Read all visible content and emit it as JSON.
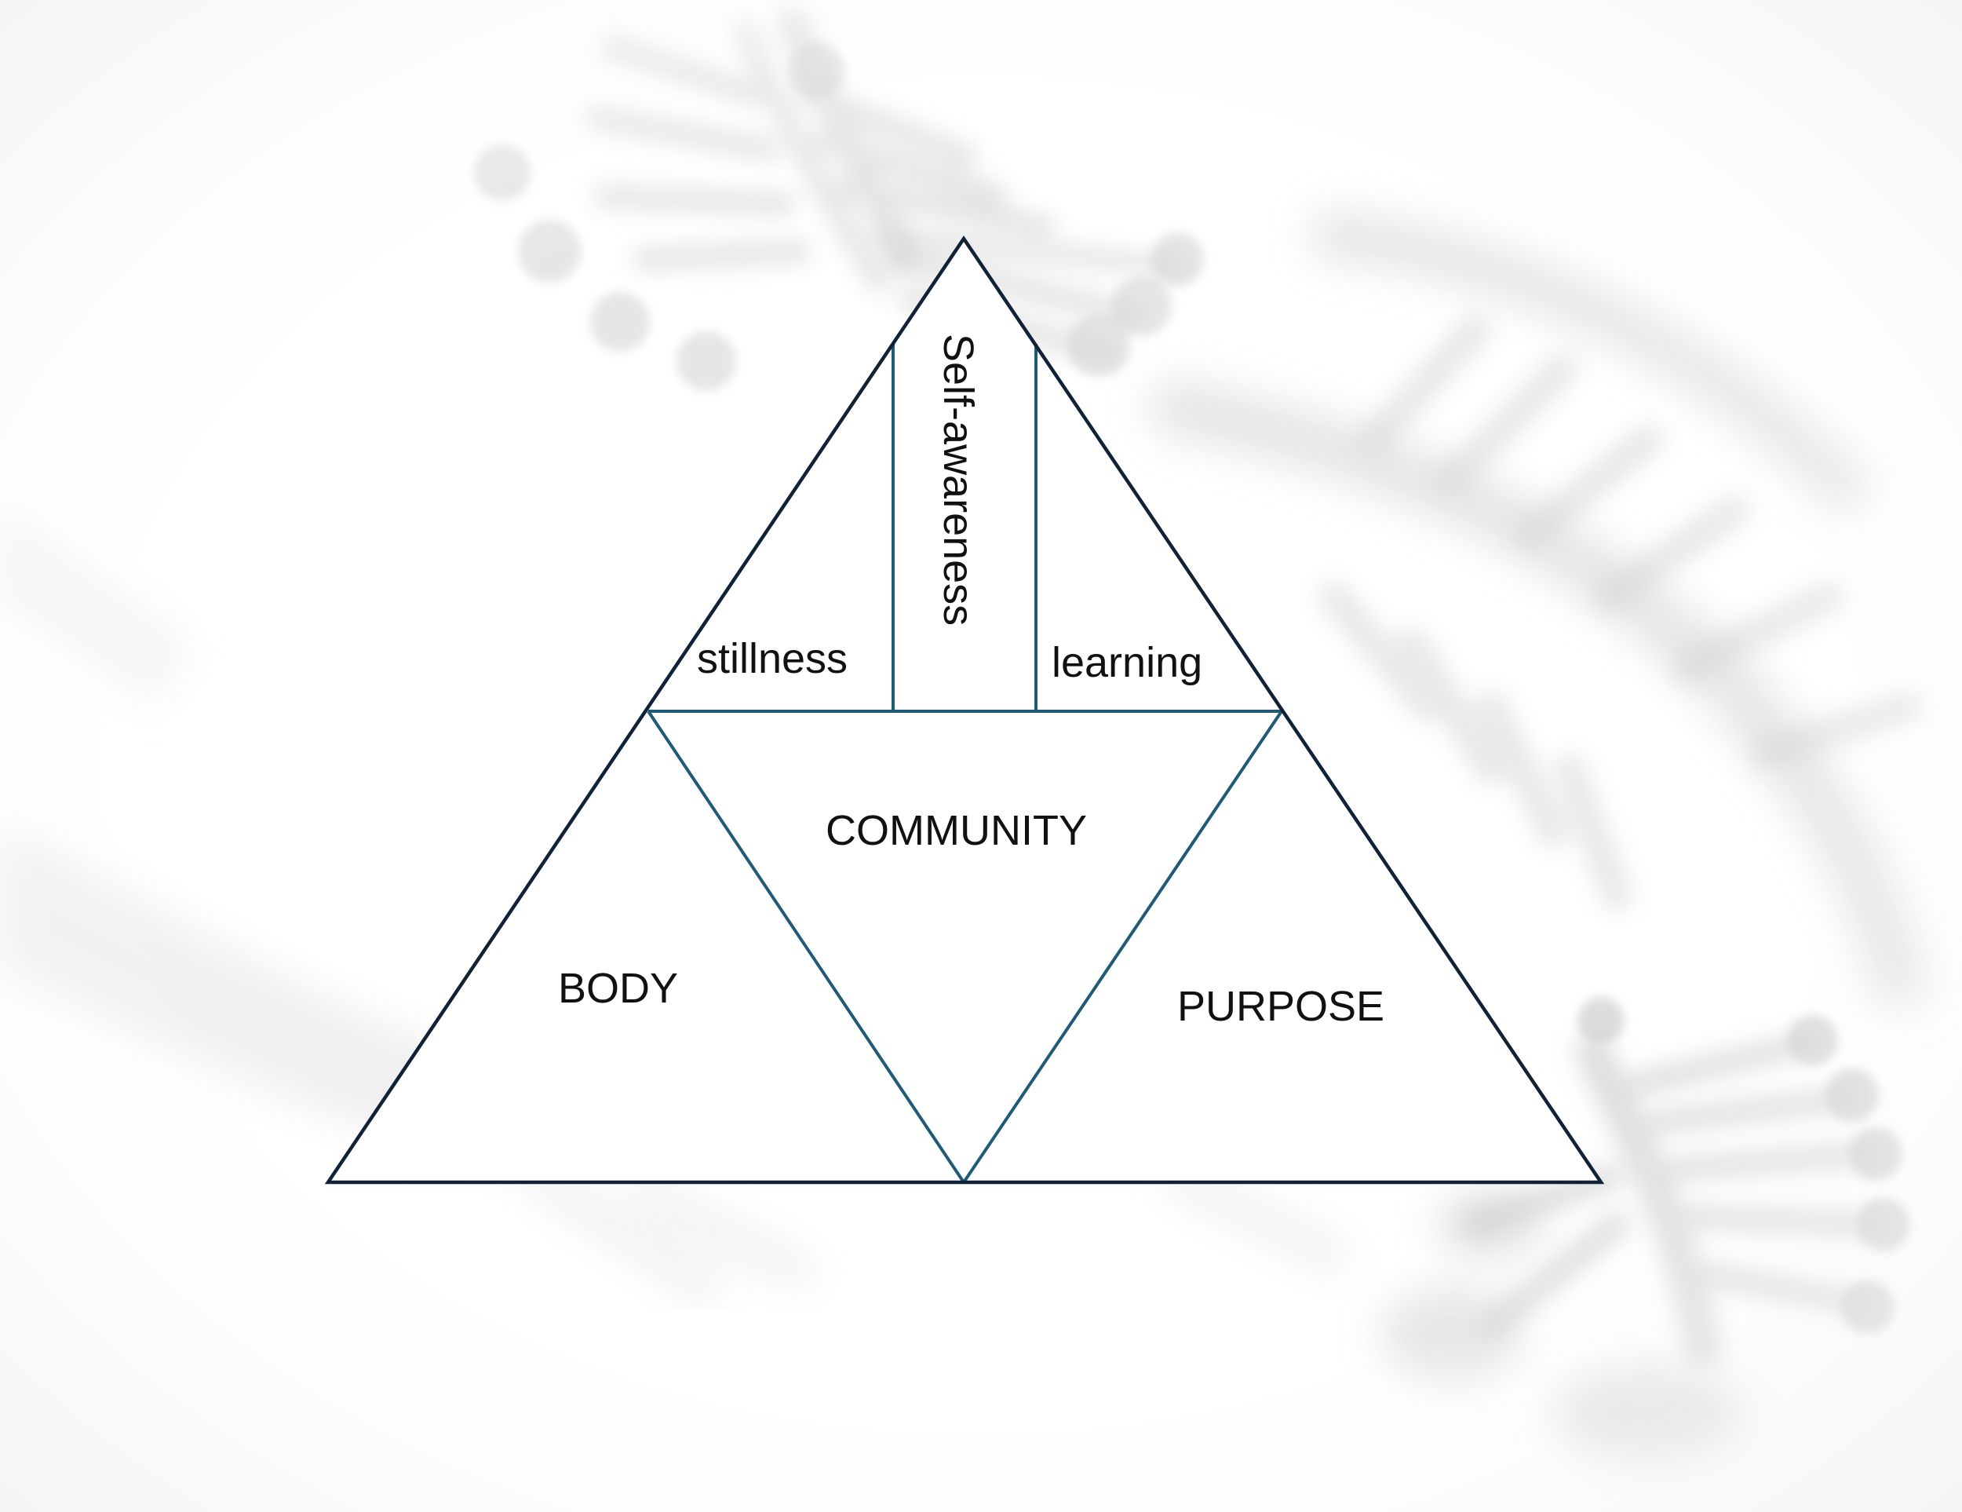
{
  "diagram": {
    "sections": {
      "top_left": "stillness",
      "top_center": "Self-awareness",
      "top_right": "learning",
      "center": "COMMUNITY",
      "bottom_left": "BODY",
      "bottom_right": "PURPOSE"
    }
  },
  "colors": {
    "outer_stroke": "#0f2236",
    "inner_stroke": "#1f5a77",
    "text": "#111111",
    "background": "#ffffff",
    "background_decoration": "#d9d9d9"
  },
  "icons": {
    "background": "dna-helix-icon"
  }
}
